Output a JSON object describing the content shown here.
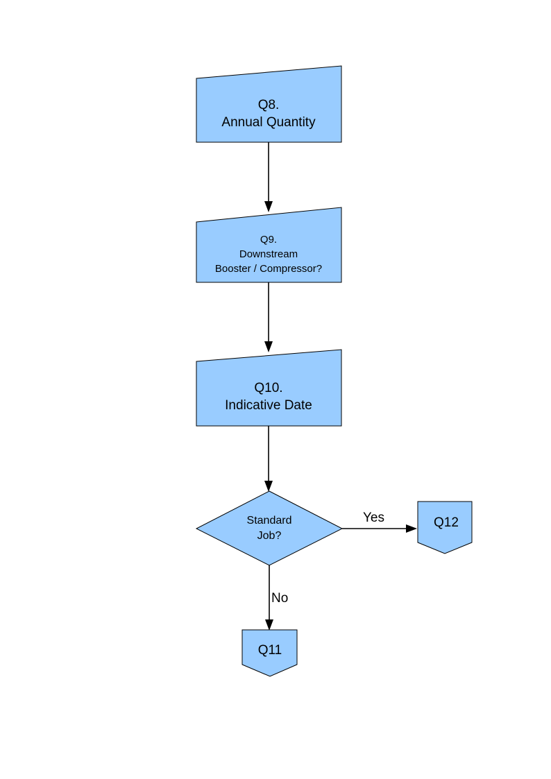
{
  "diagram": {
    "type": "flowchart",
    "background_color": "#ffffff",
    "node_fill_color": "#99ccff",
    "node_stroke_color": "#000000",
    "text_color": "#000000",
    "nodes": [
      {
        "id": "q8",
        "shape": "slanted-rectangle",
        "lines": [
          "Q8.",
          "Annual Quantity"
        ],
        "line1": "Q8.",
        "line2": "Annual Quantity"
      },
      {
        "id": "q9",
        "shape": "slanted-rectangle",
        "lines": [
          "Q9.",
          "Downstream",
          "Booster / Compressor?"
        ],
        "line1": "Q9.",
        "line2": "Downstream",
        "line3": "Booster / Compressor?"
      },
      {
        "id": "q10",
        "shape": "slanted-rectangle",
        "lines": [
          "Q10.",
          "Indicative Date"
        ],
        "line1": "Q10.",
        "line2": "Indicative Date"
      },
      {
        "id": "decision",
        "shape": "diamond",
        "lines": [
          "Standard",
          "Job?"
        ],
        "line1": "Standard",
        "line2": "Job?"
      },
      {
        "id": "q12",
        "shape": "pentagon-down",
        "lines": [
          "Q12"
        ],
        "line1": "Q12"
      },
      {
        "id": "q11",
        "shape": "pentagon-down",
        "lines": [
          "Q11"
        ],
        "line1": "Q11"
      }
    ],
    "edges": [
      {
        "id": "q8-q9",
        "from": "q8",
        "to": "q9",
        "label": ""
      },
      {
        "id": "q9-q10",
        "from": "q9",
        "to": "q10",
        "label": ""
      },
      {
        "id": "q10-decision",
        "from": "q10",
        "to": "decision",
        "label": ""
      },
      {
        "id": "decision-q12",
        "from": "decision",
        "to": "q12",
        "label": "Yes"
      },
      {
        "id": "decision-q11",
        "from": "decision",
        "to": "q11",
        "label": "No"
      }
    ]
  }
}
